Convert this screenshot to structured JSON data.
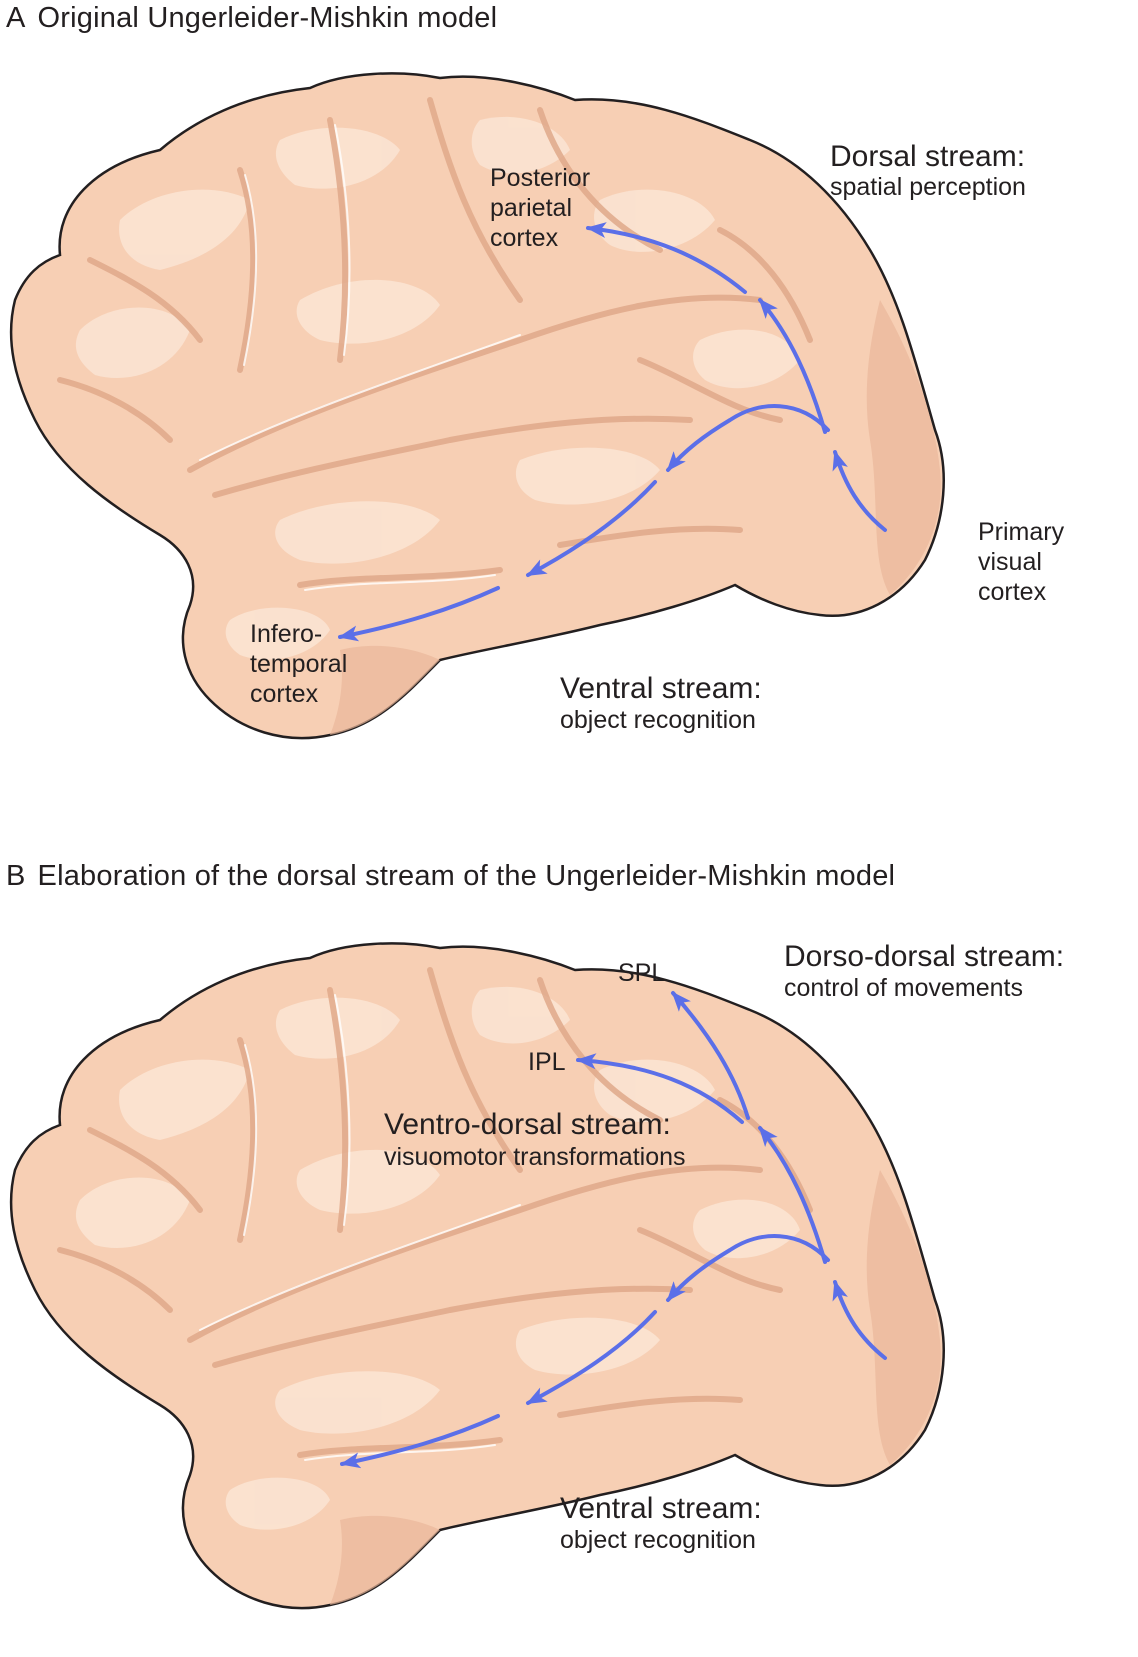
{
  "panel_a": {
    "letter": "A",
    "title": "Original Ungerleider-Mishkin model",
    "dorsal": {
      "heading": "Dorsal stream:",
      "subheading": "spatial perception"
    },
    "ventral": {
      "heading": "Ventral stream:",
      "subheading": "object recognition"
    },
    "ppc": [
      "Posterior",
      "parietal",
      "cortex"
    ],
    "it": [
      "Infero-",
      "temporal",
      "cortex"
    ],
    "v1": [
      "Primary",
      "visual",
      "cortex"
    ]
  },
  "panel_b": {
    "letter": "B",
    "title": "Elaboration of the dorsal stream of the Ungerleider-Mishkin model",
    "dorso_dorsal": {
      "heading": "Dorso-dorsal stream:",
      "subheading": "control of movements"
    },
    "ventro_dorsal": {
      "heading": "Ventro-dorsal stream:",
      "subheading": "visuomotor transformations"
    },
    "ventral": {
      "heading": "Ventral stream:",
      "subheading": "object recognition"
    },
    "spl": "SPL",
    "ipl": "IPL"
  },
  "colors": {
    "arrow": "#5b6fe8",
    "brain_fill": "#f7cfb4",
    "brain_light": "#fbe3d2",
    "brain_shadow": "#eab79a",
    "outline": "#231f20"
  }
}
